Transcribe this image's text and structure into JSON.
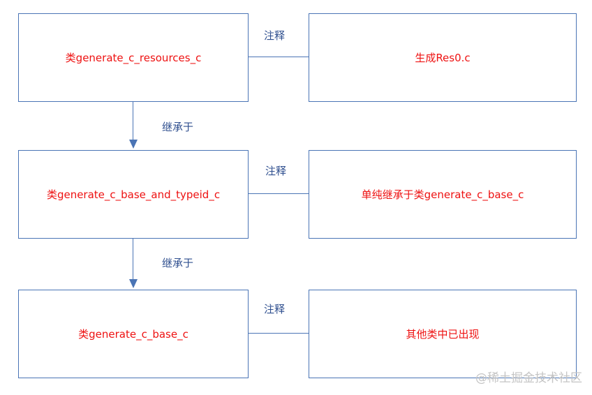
{
  "diagram": {
    "left_boxes": [
      {
        "label": "类generate_c_resources_c"
      },
      {
        "label": "类generate_c_base_and_typeid_c"
      },
      {
        "label": "类generate_c_base_c"
      }
    ],
    "right_boxes": [
      {
        "label": "生成Res0.c"
      },
      {
        "label": "单纯继承于类generate_c_base_c"
      },
      {
        "label": "其他类中已出现"
      }
    ],
    "annotation_labels": [
      "注释",
      "注释",
      "注释"
    ],
    "inherit_labels": [
      "继承于",
      "继承于"
    ],
    "colors": {
      "border": "#4a74b5",
      "box_text": "#ee1111",
      "edge_text": "#2f4f8f"
    }
  },
  "watermark": "@稀土掘金技术社区"
}
